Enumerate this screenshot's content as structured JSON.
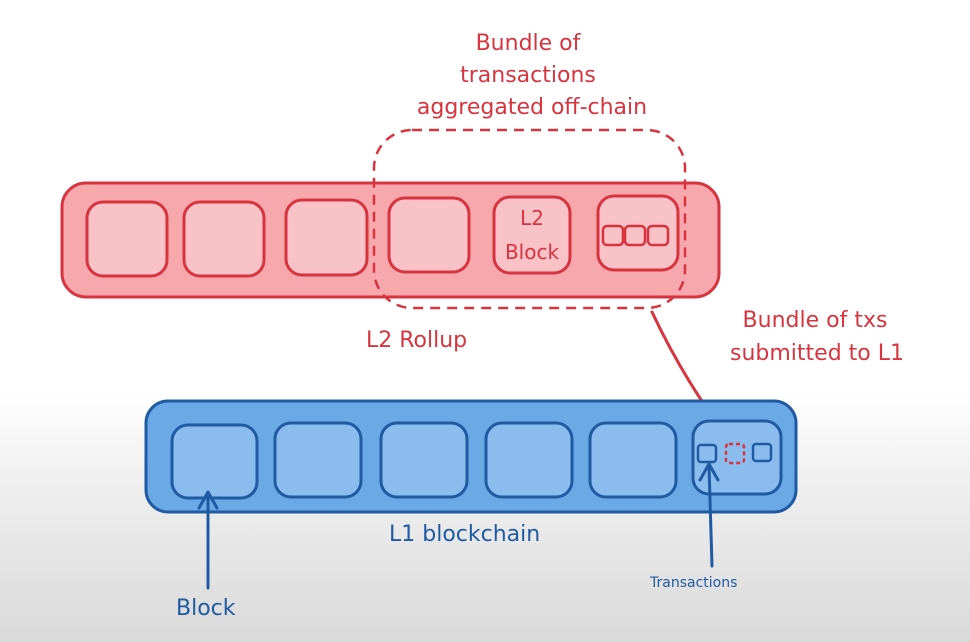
{
  "l2": {
    "annotation_top": [
      "Bundle of",
      "transactions",
      "aggregated off-chain"
    ],
    "rollup_label": "L2 Rollup",
    "l2_block_label": [
      "L2",
      "Block"
    ]
  },
  "submission": {
    "annotation": [
      "Bundle of txs",
      "submitted to L1"
    ]
  },
  "l1": {
    "chain_label": "L1 blockchain",
    "block_pointer_label": "Block",
    "transactions_pointer_label": "Transactions"
  },
  "colors": {
    "l2_fill": "#f7a8ad",
    "l2_stroke": "#d8343f",
    "l2_block_fill": "#f9c2c6",
    "l1_fill": "#6aa8e6",
    "l1_stroke": "#1f5aa3",
    "l1_block_fill": "#8bbcee"
  }
}
